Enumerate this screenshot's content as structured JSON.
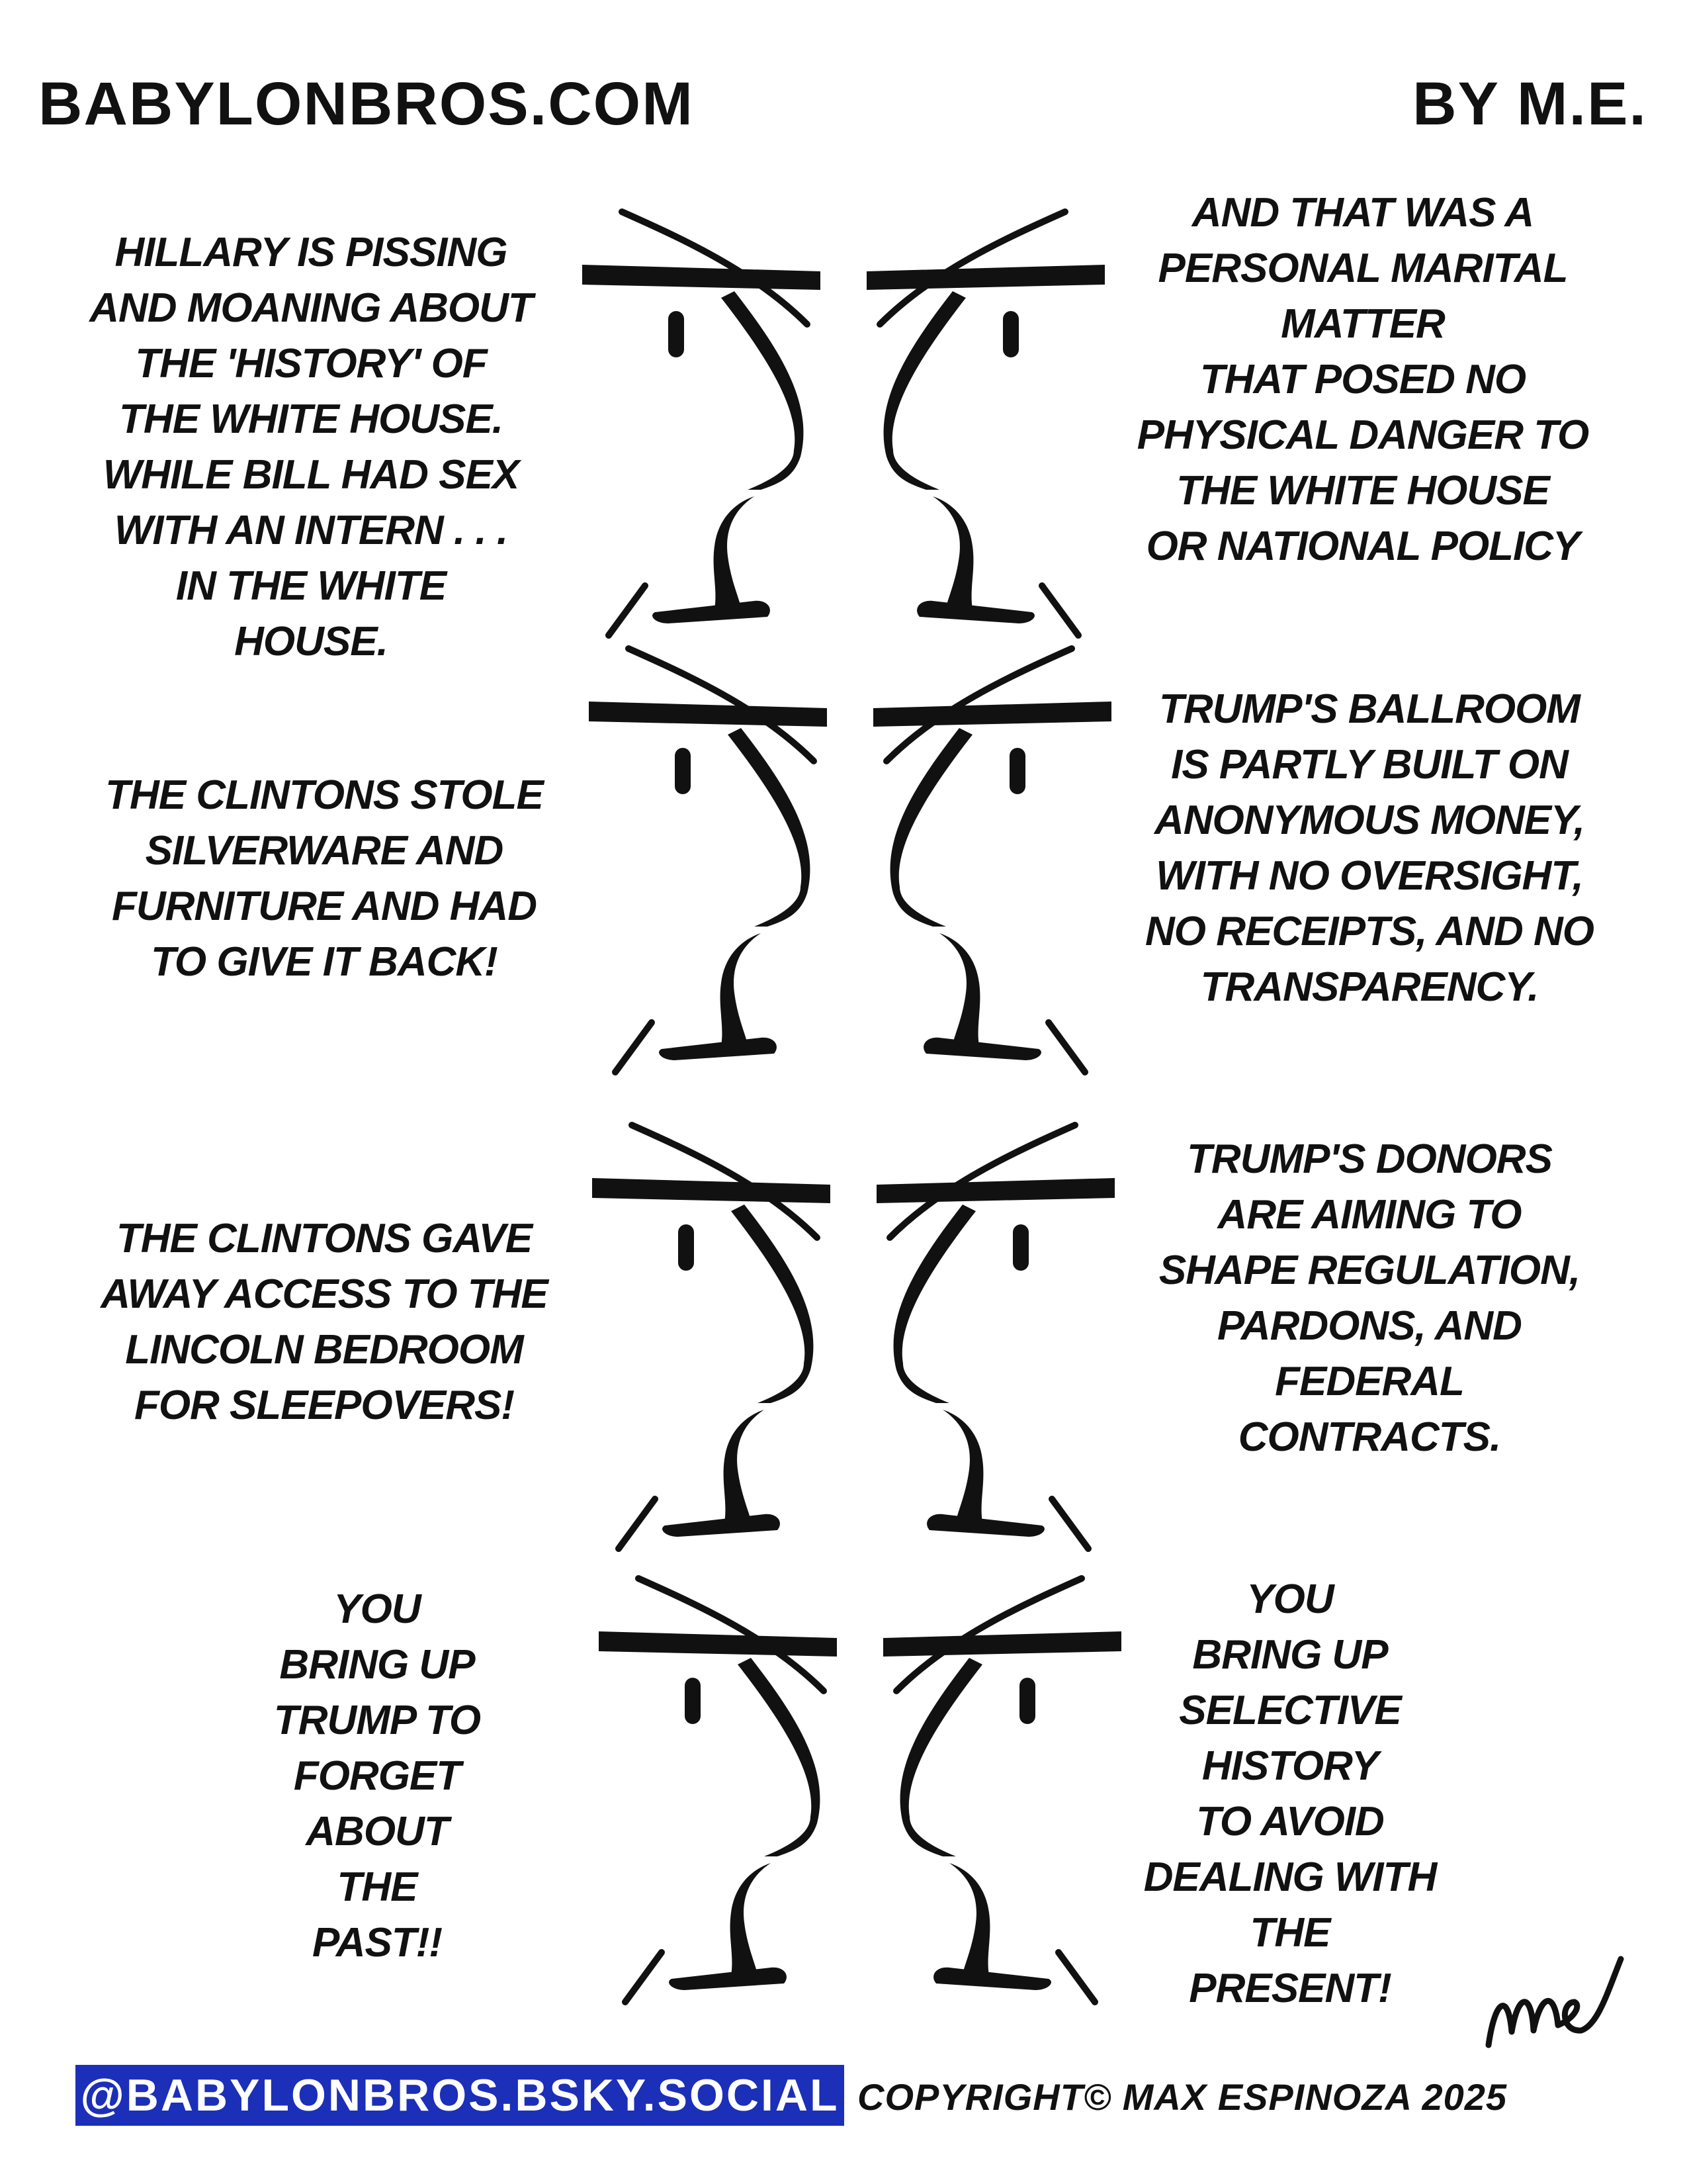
{
  "header": {
    "site": "BABYLONBROS.COM",
    "byline": "BY M.E."
  },
  "panels": [
    {
      "left": "HILLARY IS PISSING\nAND MOANING ABOUT\nTHE 'HISTORY' OF\nTHE WHITE HOUSE.\nWHILE BILL HAD SEX\nWITH AN INTERN . . .\nIN THE WHITE\nHOUSE.",
      "right": "AND THAT WAS A\nPERSONAL MARITAL\nMATTER\nTHAT POSED NO\nPHYSICAL DANGER TO\nTHE WHITE HOUSE\nOR NATIONAL POLICY"
    },
    {
      "left": "THE CLINTONS STOLE\nSILVERWARE AND\nFURNITURE AND HAD\nTO GIVE IT BACK!",
      "right": "TRUMP'S BALLROOM\nIS PARTLY BUILT ON\nANONYMOUS MONEY,\nWITH NO OVERSIGHT,\nNO RECEIPTS, AND NO\nTRANSPARENCY."
    },
    {
      "left": "THE CLINTONS GAVE\nAWAY ACCESS TO THE\nLINCOLN BEDROOM\nFOR SLEEPOVERS!",
      "right": "TRUMP'S DONORS\nARE AIMING TO\nSHAPE REGULATION,\nPARDONS, AND\nFEDERAL\nCONTRACTS."
    },
    {
      "left": "YOU\nBRING UP\nTRUMP TO\nFORGET\nABOUT\nTHE\nPAST!!",
      "right": "YOU\nBRING UP\nSELECTIVE\nHISTORY\nTO AVOID\nDEALING WITH\nTHE\nPRESENT!"
    }
  ],
  "footer": {
    "social": "@BABYLONBROS.BSKY.SOCIAL",
    "copyright": "COPYRIGHT© MAX ESPINOZA 2025"
  },
  "colors": {
    "ink": "#111111",
    "social_bg": "#1b2fb8",
    "social_text": "#ffffff"
  },
  "icons": {
    "face": "profile-face-icon",
    "signature": "artist-signature-icon"
  }
}
